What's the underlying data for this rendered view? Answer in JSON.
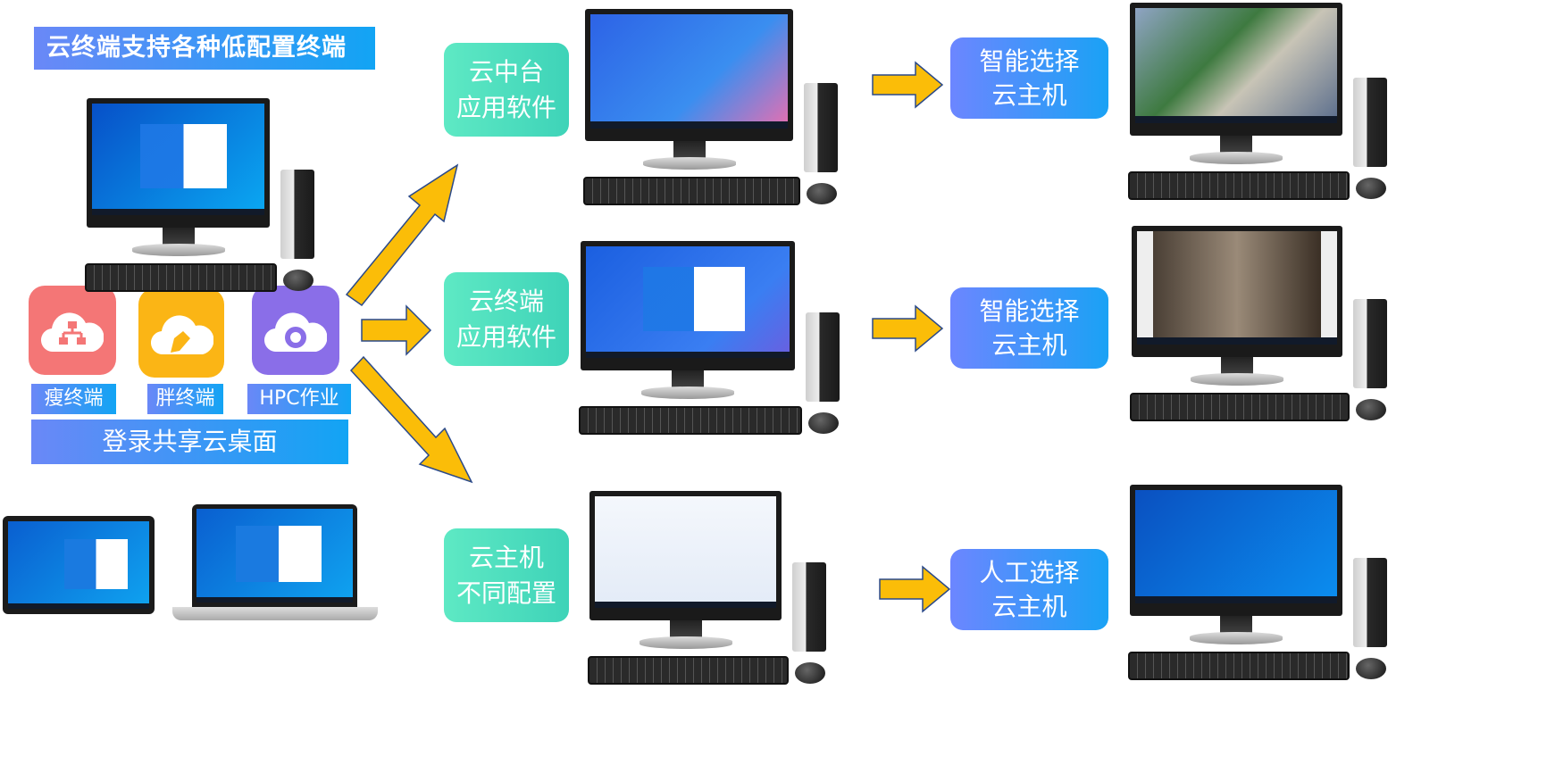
{
  "title": "云终端支持各种低配置终端",
  "terminals": [
    {
      "label": "瘦终端",
      "color": "#f47676",
      "icon": "network-cloud-icon"
    },
    {
      "label": "胖终端",
      "color": "#fbb515",
      "icon": "edit-cloud-icon"
    },
    {
      "label": "HPC作业",
      "color": "#8a6ee8",
      "icon": "sync-cloud-icon"
    }
  ],
  "login_bar": "登录共享云桌面",
  "middle": [
    {
      "line1": "云中台",
      "line2": "应用软件"
    },
    {
      "line1": "云终端",
      "line2": "应用软件"
    },
    {
      "line1": "云主机",
      "line2": "不同配置"
    }
  ],
  "right": [
    {
      "line1": "智能选择",
      "line2": "云主机"
    },
    {
      "line1": "智能选择",
      "line2": "云主机"
    },
    {
      "line1": "人工选择",
      "line2": "云主机"
    }
  ],
  "colors": {
    "accent_blue": "#12a4f4",
    "arrow": "#fbbd08",
    "green": "#3ed3b8"
  }
}
